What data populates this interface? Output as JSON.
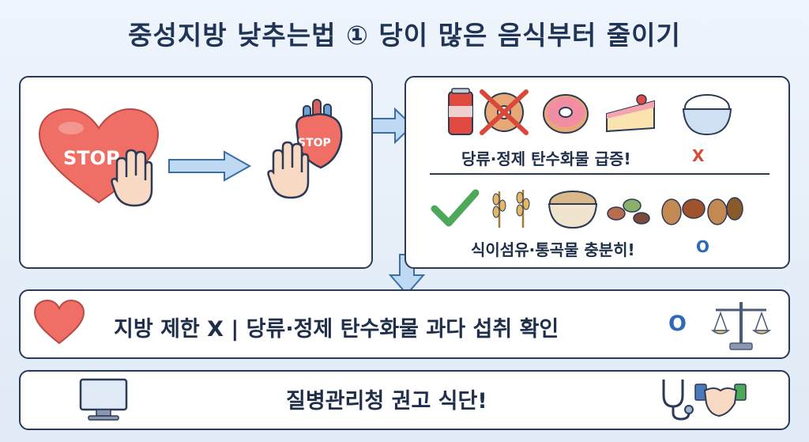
{
  "title": "중성지방 낮추는법 ① 당이 많은 음식부터 줄이기",
  "left_panel": {
    "heart_label": "STOP",
    "heart_small_label": "STOP"
  },
  "right_panel": {
    "top_row": {
      "text": "당류·정제 탄수화물 급증!",
      "mark": "X"
    },
    "bottom_row": {
      "text": "식이섬유·통곡물 충분히!",
      "mark": "O"
    }
  },
  "mid_panel": {
    "text": "지방 제한 X | 당류·정제 탄수화물 과다 섭취 확인",
    "mark": "O"
  },
  "bottom_panel": {
    "text": "질병관리청 권고 식단!"
  },
  "colors": {
    "heart": "#ef6f66",
    "arrow": "#bfd9f2",
    "arrow_stroke": "#3a6ea8",
    "x_mark": "#d8493a",
    "o_mark": "#2e6bb4"
  },
  "icons": [
    "heart-icon",
    "hand-stop-icon",
    "arrow-right-icon",
    "anatomical-heart-icon",
    "soda-can-icon",
    "crossed-donut-icon",
    "donut-icon",
    "cake-slice-icon",
    "rice-bowl-icon",
    "check-icon",
    "wheat-icon",
    "grain-bowl-icon",
    "beans-icon",
    "nuts-icon",
    "arrow-down-icon",
    "scale-icon",
    "monitor-icon",
    "stethoscope-icon",
    "handshake-icon"
  ]
}
